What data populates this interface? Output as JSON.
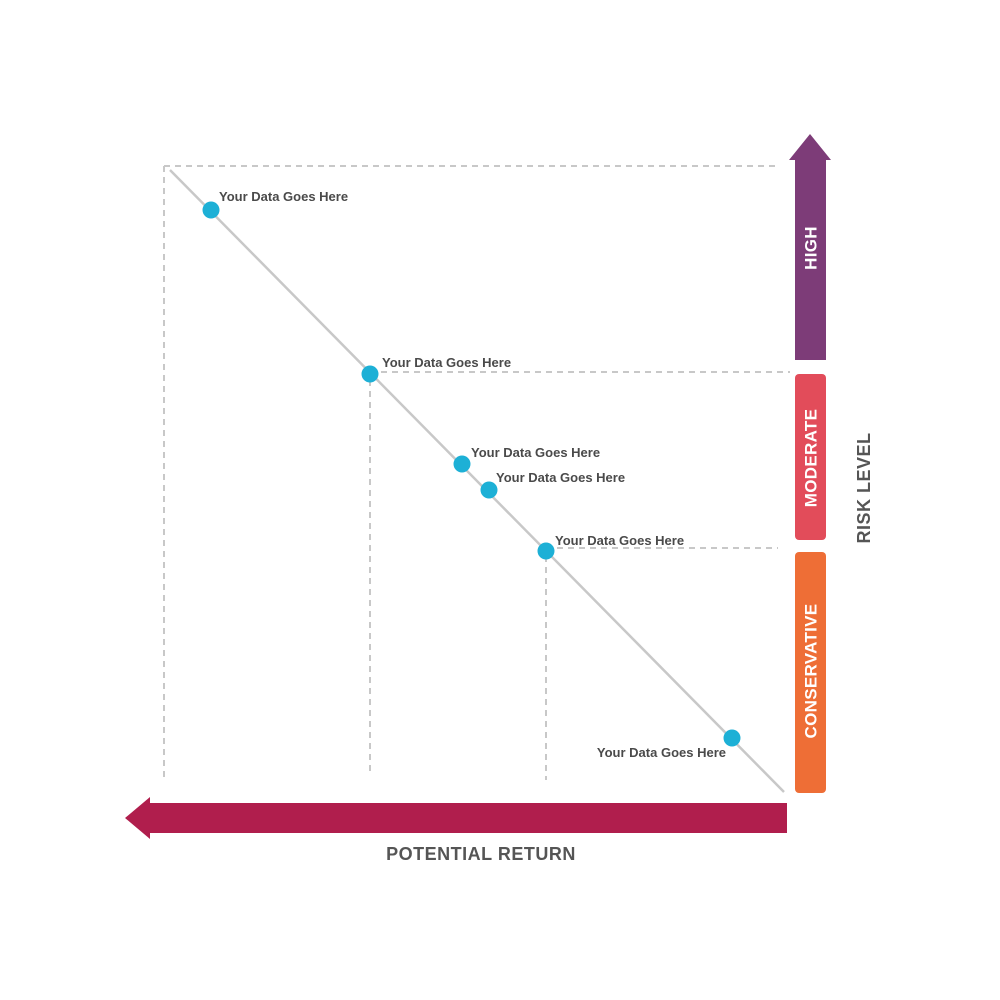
{
  "diagram": {
    "x_axis_label": "POTENTIAL RETURN",
    "y_axis_label": "RISK LEVEL",
    "bands": [
      {
        "id": "high",
        "label": "HIGH",
        "color": "#7d3c78"
      },
      {
        "id": "moderate",
        "label": "MODERATE",
        "color": "#e24c5a"
      },
      {
        "id": "conservative",
        "label": "CONSERVATIVE",
        "color": "#ee6e36"
      }
    ],
    "points": [
      {
        "label": "Your Data Goes Here"
      },
      {
        "label": "Your Data Goes Here"
      },
      {
        "label": "Your Data Goes Here"
      },
      {
        "label": "Your Data Goes Here"
      },
      {
        "label": "Your Data Goes Here"
      },
      {
        "label": "Your Data Goes Here"
      }
    ],
    "colors": {
      "return_arrow": "#b01e4d",
      "point": "#1db0d6",
      "trend_line": "#c8c8c8",
      "guide_line": "#c8c8c8"
    }
  }
}
